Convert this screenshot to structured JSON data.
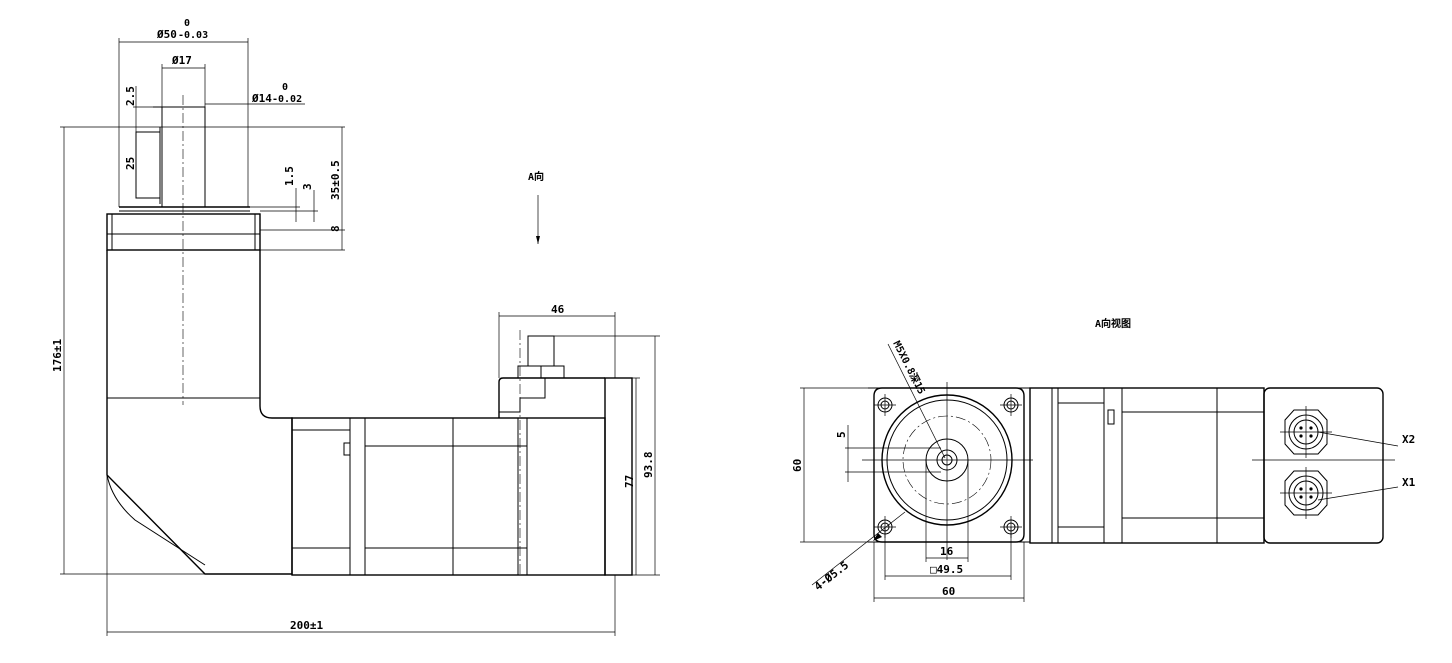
{
  "dimensions": {
    "flange_diameter": "Ø50",
    "flange_tol_upper": "0",
    "flange_tol_lower": "-0.03",
    "pilot_diameter": "Ø17",
    "shaft_diameter": "Ø14",
    "shaft_tol_upper": "0",
    "shaft_tol_lower": "-0.02",
    "key_offset": "2.5",
    "key_length": "25",
    "dim_1_5": "1.5",
    "dim_3": "3",
    "shaft_length": "35±0.5",
    "flange_thickness": "8",
    "overall_height": "176±1",
    "connector_width": "46",
    "motor_height": "77",
    "total_height": "93.8",
    "overall_length": "200±1",
    "key_width": "5",
    "square_60_v": "60",
    "dim_16": "16",
    "bolt_square": "□49.5",
    "square_60_h": "60",
    "thread_spec": "M5X0.8深15",
    "mount_holes": "4-Ø5.5"
  },
  "labels": {
    "view_a_arrow": "A向",
    "view_a_title": "A向视图",
    "connector_x2": "X2",
    "connector_x1": "X1"
  }
}
